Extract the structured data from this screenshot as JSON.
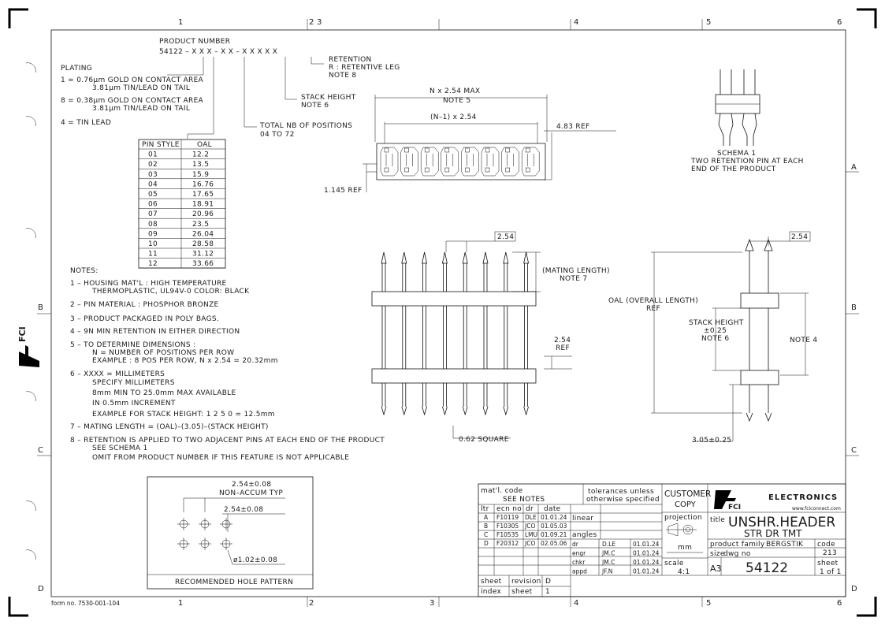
{
  "product_number": {
    "title": "PRODUCT NUMBER",
    "code": "54122 – X X X – X X – X X X X X",
    "retention": [
      "RETENTION",
      "R : RETENTIVE LEG",
      "NOTE 8"
    ],
    "stack_height": [
      "STACK HEIGHT",
      "NOTE 6"
    ],
    "total_nb": [
      "TOTAL NB OF POSITIONS",
      "04 TO 72"
    ]
  },
  "plating": {
    "title": "PLATING",
    "lines": [
      "1 = 0.76μm GOLD ON CONTACT AREA",
      "3.81μm TIN/LEAD ON TAIL",
      "8 = 0.38μm GOLD ON CONTACT AREA",
      "3.81μm TIN/LEAD ON TAIL",
      "4 = TIN LEAD"
    ]
  },
  "pin_table": {
    "headers": [
      "PIN STYLE",
      "OAL"
    ],
    "rows": [
      [
        "01",
        "12.2"
      ],
      [
        "02",
        "13.5"
      ],
      [
        "03",
        "15.9"
      ],
      [
        "04",
        "16.76"
      ],
      [
        "05",
        "17.65"
      ],
      [
        "06",
        "18.91"
      ],
      [
        "07",
        "20.96"
      ],
      [
        "08",
        "23.5"
      ],
      [
        "09",
        "26.04"
      ],
      [
        "10",
        "28.58"
      ],
      [
        "11",
        "31.12"
      ],
      [
        "12",
        "33.66"
      ]
    ]
  },
  "notes": {
    "title": "NOTES:",
    "lines": [
      "1 – HOUSING MAT'L : HIGH TEMPERATURE",
      "THERMOPLASTIC, UL94V-0 COLOR: BLACK",
      "2 – PIN MATERIAL : PHOSPHOR BRONZE",
      "3 – PRODUCT PACKAGED IN POLY BAGS.",
      "4 – 9N MIN RETENTION IN EITHER DIRECTION",
      "5 – TO DETERMINE DIMENSIONS :",
      "N = NUMBER OF POSITIONS PER ROW",
      "EXAMPLE : 8 POS PER ROW, N x 2.54 = 20.32mm",
      "6 – XXXX = MILLIMETERS",
      "SPECIFY MILLIMETERS",
      "8mm MIN TO 25.0mm MAX AVAILABLE",
      "IN 0.5mm INCREMENT",
      "EXAMPLE FOR STACK HEIGHT: 1 2 5 0 = 12.5mm",
      "7 – MATING LENGTH = (OAL)–(3.05)–(STACK HEIGHT)",
      "8 – RETENTION IS APPLIED TO TWO ADJACENT PINS AT EACH END OF THE PRODUCT",
      "SEE SCHEMA 1",
      "OMIT FROM PRODUCT NUMBER IF THIS FEATURE IS NOT APPLICABLE"
    ]
  },
  "top_view": {
    "n_max": "N x 2.54 MAX",
    "note5": "NOTE 5",
    "n_minus": "(N–1) x 2.54",
    "ref_483": "4.83 REF",
    "ref_1145": "1.145 REF"
  },
  "schema": {
    "lines": [
      "SCHEMA 1",
      "TWO RETENTION PIN AT EACH",
      "END OF THE PRODUCT"
    ]
  },
  "front_view": {
    "pitch": "2.54",
    "mating": [
      "(MATING LENGTH)",
      "NOTE 7"
    ],
    "ref254": [
      "2.54",
      "REF"
    ],
    "square": "0.62 SQUARE"
  },
  "side_view": {
    "pitch": "2.54",
    "oal": [
      "OAL (OVERALL LENGTH)",
      "REF"
    ],
    "stack": [
      "STACK HEIGHT",
      "±0.25",
      "NOTE 6"
    ],
    "note4": "NOTE 4",
    "tail": "3.05±0.25"
  },
  "hole_pattern": {
    "dim1": [
      "2.54±0.08",
      "NON–ACCUM TYP"
    ],
    "dim2": "2.54±0.08",
    "dia": "ø1.02±0.08",
    "caption": "RECOMMENDED HOLE PATTERN"
  },
  "title_block": {
    "matl_code": "mat'l. code",
    "see_notes": "SEE NOTES",
    "tolerances": [
      "tolerances unless",
      "otherwise specified"
    ],
    "customer": [
      "CUSTOMER",
      "COPY"
    ],
    "company": "ELECTRONICS",
    "website": "www.fciconnect.com",
    "rev_headers": [
      "ltr",
      "ecn no",
      "dr",
      "date"
    ],
    "revisions": [
      [
        "A",
        "F10119",
        "DLE",
        "01.01.24"
      ],
      [
        "B",
        "F10305",
        "JCO",
        "01.05.03"
      ],
      [
        "C",
        "F10535",
        "LMU",
        "01.09.21"
      ],
      [
        "D",
        "F20312",
        "JCO",
        "02.05.06"
      ]
    ],
    "linear": "linear",
    "angles": "angles",
    "projection": "projection",
    "mm": "mm",
    "title_label": "title",
    "title": "UNSHR.HEADER",
    "subtitle": "STR DR TMT",
    "signoff": [
      [
        "dr",
        "D.LE",
        "01.01.24"
      ],
      [
        "engr",
        "JM.C",
        "01.01.24"
      ],
      [
        "chkr",
        "JM.C",
        "01.01.24"
      ],
      [
        "appd",
        "JF.N",
        "01.01.24"
      ]
    ],
    "scale_label": "scale",
    "scale": "4:1",
    "product_family_label": "product family",
    "product_family": "BERGSTIK",
    "code_label": "code",
    "code": "213",
    "size_label": "size",
    "size": "A3",
    "dwg_label": "dwg no",
    "dwg_no": "54122",
    "sheet_label": "sheet",
    "sheet_value": "1 of 1",
    "sheet_row": [
      "sheet",
      "revision",
      "D"
    ],
    "index_row": [
      "index",
      "sheet",
      "1"
    ]
  },
  "border": {
    "cols": [
      "1",
      "2",
      "3",
      "4",
      "5",
      "6"
    ],
    "rows": [
      "A",
      "B",
      "C",
      "D"
    ],
    "form_no": "form no. 7530-001-104",
    "logo": "FCI"
  }
}
